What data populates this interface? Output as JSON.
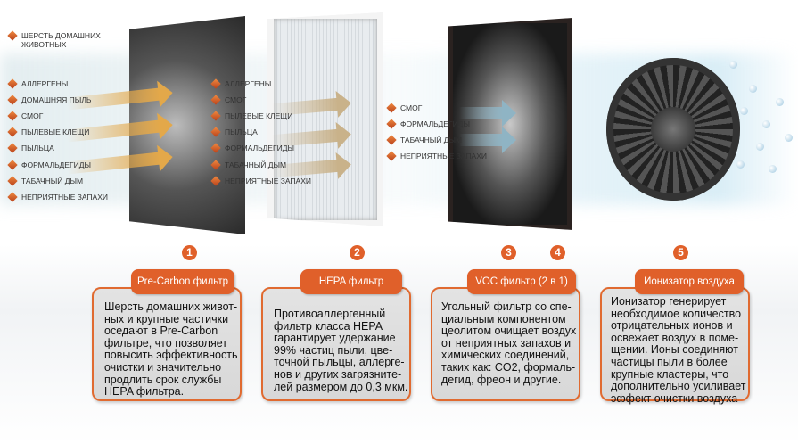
{
  "stage1_pollutants": [
    "Шерсть домашних животных",
    "Аллергены",
    "Домашняя пыль",
    "Смог",
    "Пылевые клещи",
    "Пыльца",
    "Формальдегиды",
    "Табачный дым",
    "Неприятные запахи"
  ],
  "stage2_pollutants": [
    "Аллергены",
    "Смог",
    "Пылевые клещи",
    "Пыльца",
    "Формальдегиды",
    "Табачный дым",
    "Неприятные запахи"
  ],
  "stage3_pollutants": [
    "Смог",
    "Формальдегиды",
    "Табачный дым",
    "Неприятные запахи"
  ],
  "step_numbers": [
    "1",
    "2",
    "3",
    "4",
    "5"
  ],
  "cards": [
    {
      "title": "Pre-Carbon фильтр",
      "lines": [
        "Шерсть домашних живот-",
        "ных и крупные частички",
        "оседают в Pre-Carbon",
        "фильтре, что позволяет",
        "повысить эффективность",
        "очистки и значительно",
        "продлить срок службы",
        "HEPA фильтра."
      ]
    },
    {
      "title": "HEPA фильтр",
      "lines": [
        "Противоаллергенный",
        "фильтр класса HEPA",
        "гарантирует удержание",
        "99% частиц пыли, цве-",
        "точной пыльцы,  аллерге-",
        "нов и других загрязните-",
        "лей размером до 0,3 мкм."
      ]
    },
    {
      "title": "VOC фильтр (2 в 1)",
      "lines": [
        "Угольный фильтр со спе-",
        "циальным компонентом",
        "цеолитом очищает воздух",
        "от неприятных запахов и",
        "химических соединений,",
        "таких как: CO2, формаль-",
        "дегид, фреон и другие."
      ]
    },
    {
      "title": "Ионизатор воздуха",
      "lines": [
        "Ионизатор генерирует",
        "необходимое количество",
        "отрицательных ионов и",
        "освежает воздух в поме-",
        "щении. Ионы соединяют",
        "частицы пыли в более",
        "крупные кластеры, что",
        "дополнительно усиливает",
        "эффект очистки воздуха"
      ]
    }
  ],
  "colors": {
    "accent": "#e0602a",
    "card_bg": "#dcdcdc"
  }
}
